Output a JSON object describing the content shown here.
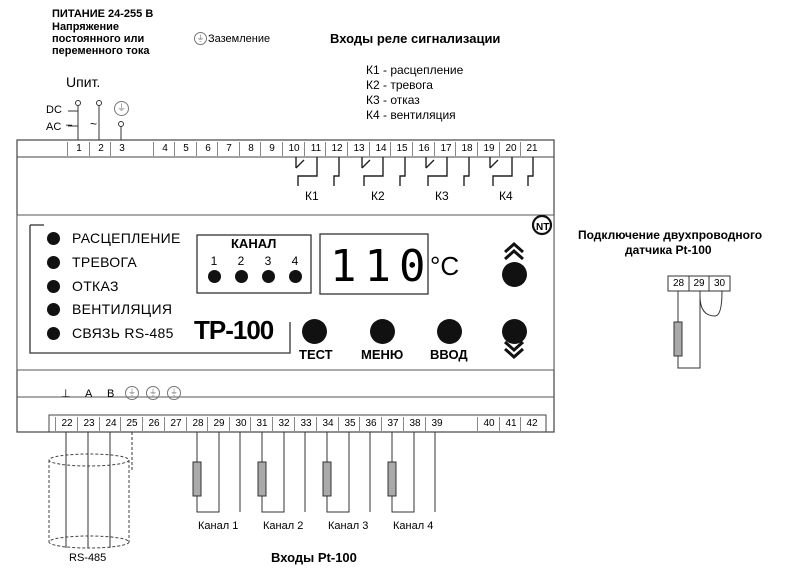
{
  "power": {
    "title": "ПИТАНИЕ 24-255 В",
    "subtitle_lines": [
      "Напряжение",
      "постоянного или",
      "переменного тока"
    ],
    "uplt_label": "Uпит.",
    "dc_label": "DC",
    "ac_label": "AC",
    "minus_sign": "–",
    "tilde_sign": "~"
  },
  "ground_legend": {
    "label": "Заземление"
  },
  "relay_section": {
    "title": "Входы реле сигнализации",
    "legend": [
      "К1 - расцепление",
      "К2 - тревога",
      "К3 - отказ",
      "К4 - вентиляция"
    ],
    "relay_labels": [
      "К1",
      "К2",
      "К3",
      "К4"
    ]
  },
  "top_terminals": [
    "1",
    "2",
    "3",
    "4",
    "5",
    "6",
    "7",
    "8",
    "9",
    "10",
    "11",
    "12",
    "13",
    "14",
    "15",
    "16",
    "17",
    "18",
    "19",
    "20",
    "21"
  ],
  "bottom_terminals": [
    "22",
    "23",
    "24",
    "25",
    "26",
    "27",
    "28",
    "29",
    "30",
    "31",
    "32",
    "33",
    "34",
    "35",
    "36",
    "37",
    "38",
    "39",
    "40",
    "41",
    "42"
  ],
  "bottom_markers": {
    "ground": "⊥",
    "a": "A",
    "b": "B"
  },
  "indicators": [
    "РАСЦЕПЛЕНИЕ",
    "ТРЕВОГА",
    "ОТКАЗ",
    "ВЕНТИЛЯЦИЯ",
    "СВЯЗЬ RS-485"
  ],
  "channel_box": {
    "title": "КАНАЛ",
    "channels": [
      "1",
      "2",
      "3",
      "4"
    ]
  },
  "display": {
    "value": "110",
    "unit": "°C"
  },
  "model": "ТР-100",
  "buttons": {
    "test": "ТЕСТ",
    "menu": "МЕНЮ",
    "enter": "ВВОД"
  },
  "channel_labels": [
    "Канал 1",
    "Канал 2",
    "Канал 3",
    "Канал 4"
  ],
  "rs485_label": "RS-485",
  "pt100_title": "Входы Pt-100",
  "two_wire": {
    "title_lines": [
      "Подключение двухпроводного",
      "датчика Pt-100"
    ],
    "terminals": [
      "28",
      "29",
      "30"
    ]
  }
}
